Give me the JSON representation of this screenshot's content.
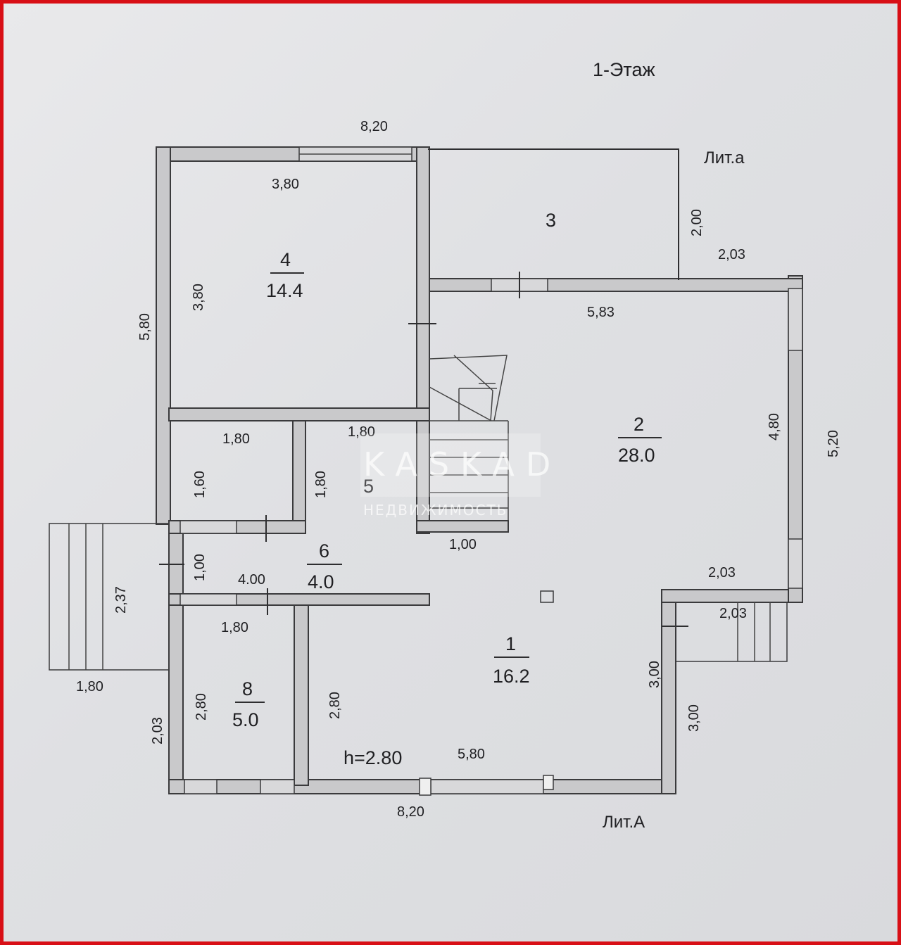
{
  "title": "1-Этаж",
  "lit_small": "Лит.а",
  "lit_main": "Лит.А",
  "height_label": "h=2.80",
  "rooms": {
    "r1": {
      "num": "1",
      "area": "16.2"
    },
    "r2": {
      "num": "2",
      "area": "28.0"
    },
    "r3": {
      "num": "3"
    },
    "r4": {
      "num": "4",
      "area": "14.4"
    },
    "r5": {
      "num": "5"
    },
    "r6": {
      "num": "6",
      "area": "4.0"
    },
    "r8": {
      "num": "8",
      "area": "5.0"
    }
  },
  "dims": {
    "top_overall": "8,20",
    "room4_width": "3,80",
    "room4_height": "3,80",
    "left_overall": "5,80",
    "lit_a_height": "2,00",
    "lit_a_step": "2,03",
    "room2_width": "5,83",
    "room2_height": "4,80",
    "right_overall": "5,20",
    "small_room_width": "1,80",
    "small_room_height_left": "1,60",
    "small_room_height_right": "1,80",
    "hall_top": "1,80",
    "stair_bottom": "1,00",
    "room6_height": "1,00",
    "room6_width": "4.00",
    "porch_depth": "2,37",
    "porch_width": "1,80",
    "room8_width": "1,80",
    "room8_height_left": "2,80",
    "room8_height_right": "2,80",
    "left_lower": "2,03",
    "room1_width": "5,80",
    "bottom_overall": "8,20",
    "right_lower_inner": "3,00",
    "right_lower_outer": "3,00",
    "right_step_top": "2,03",
    "right_step_inner": "2,03"
  },
  "watermark": {
    "brand": "KASKAD",
    "sub": "НЕДВИЖИМОСТЬ"
  },
  "colors": {
    "frame": "#d80f16",
    "paper": "#e2e3e6",
    "ink": "#1f1f22"
  }
}
